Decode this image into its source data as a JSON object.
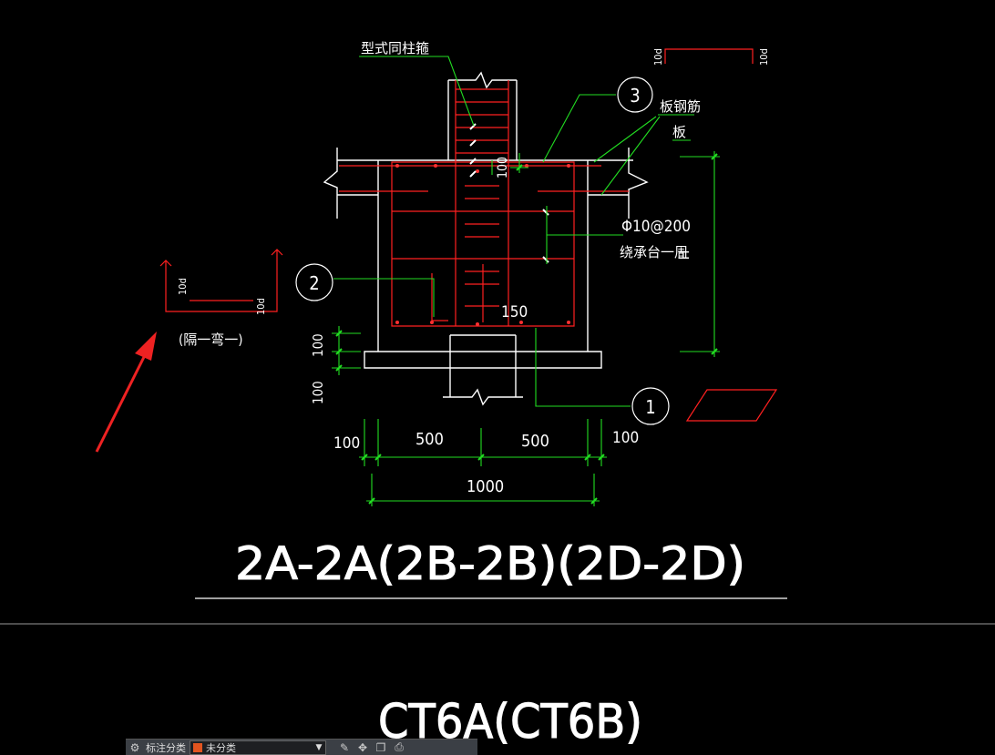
{
  "drawing": {
    "callout_top": "型式同柱箍",
    "slab_rebar_label": "板钢筋",
    "slab_label": "板",
    "stirrup_spec": "Φ10@200",
    "stirrup_note": "绕承台一周",
    "height_label": "H",
    "hook_note": "(隔一弯一)",
    "dim_10d": "10d",
    "dim_100": "100",
    "dim_150": "150",
    "dim_500": "500",
    "dim_1000": "1000",
    "marker_1": "1",
    "marker_2": "2",
    "marker_3": "3",
    "section_title": "2A-2A(2B-2B)(2D-2D)",
    "sheet_title": "CT6A(CT6B)"
  },
  "toolbar": {
    "filter_label": "标注分类",
    "filter_value": "未分类",
    "swatch_color": "#e2541f"
  },
  "colors": {
    "background": "#000000",
    "outline": "#ffffff",
    "rebar": "#ff2020",
    "dimension": "#22dd22",
    "arrow": "#ee2222"
  }
}
